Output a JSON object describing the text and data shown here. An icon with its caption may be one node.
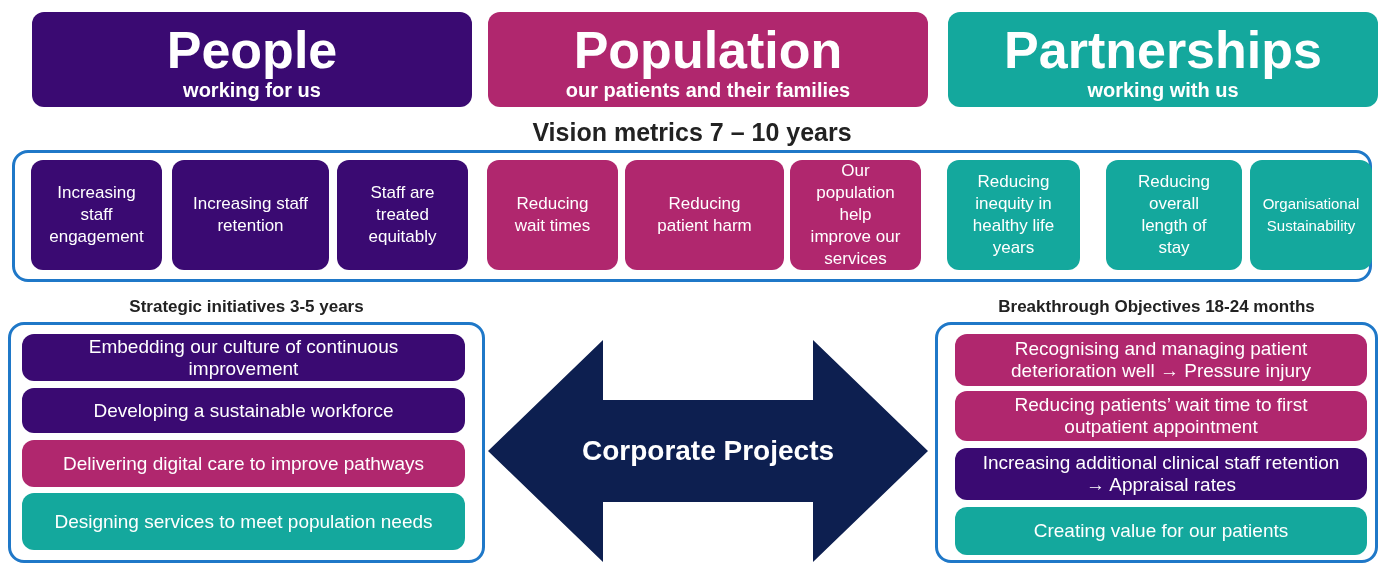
{
  "diagram": {
    "nodes": [
      {
        "text": [
          "People",
          "working for us"
        ]
      },
      {
        "text": [
          "Population",
          "our patients and their families"
        ]
      },
      {
        "text": [
          "Partnerships",
          "working with us"
        ]
      },
      {
        "text": [
          "Vision metrics 7 – 10 years"
        ]
      },
      {
        "text": [
          "Increasing staff engagement"
        ],
        "in": 3
      },
      {
        "text": [
          "Increasing staff retention"
        ],
        "in": 3
      },
      {
        "text": [
          "Staff are treated equitably"
        ],
        "in": 3
      },
      {
        "text": [
          "Reducing wait times"
        ],
        "in": 3
      },
      {
        "text": [
          "Reducing patient harm"
        ],
        "in": 3
      },
      {
        "text": [
          "Our population help improve our services"
        ],
        "in": 3
      },
      {
        "text": [
          "Reducing inequity in healthy life years"
        ],
        "in": 3
      },
      {
        "text": [
          "Reducing overall length of stay"
        ],
        "in": 3
      },
      {
        "text": [
          "Organisational Sustainability"
        ],
        "in": 3
      },
      {
        "text": [
          "Strategic initiatives 3-5 years"
        ]
      },
      {
        "text": [
          "Embedding our culture of continuous improvement"
        ],
        "in": 13
      },
      {
        "text": [
          "Developing a sustainable workforce"
        ],
        "in": 13
      },
      {
        "text": [
          "Delivering digital care to improve pathways"
        ],
        "in": 13
      },
      {
        "text": [
          "Designing services to meet population needs"
        ],
        "in": 13
      },
      {
        "text": [
          "Corporate Projects"
        ]
      },
      {
        "text": [
          "Breakthrough Objectives 18-24 months"
        ]
      },
      {
        "text": [
          "Recognising and managing patient deterioration well → Pressure injury"
        ],
        "in": 19
      },
      {
        "text": [
          "Reducing patients’ wait time to first outpatient appointment"
        ],
        "in": 19
      },
      {
        "text": [
          "Increasing additional clinical staff retention → Appraisal rates"
        ],
        "in": 19
      },
      {
        "text": [
          "Creating value for our patients"
        ],
        "in": 19
      }
    ]
  }
}
